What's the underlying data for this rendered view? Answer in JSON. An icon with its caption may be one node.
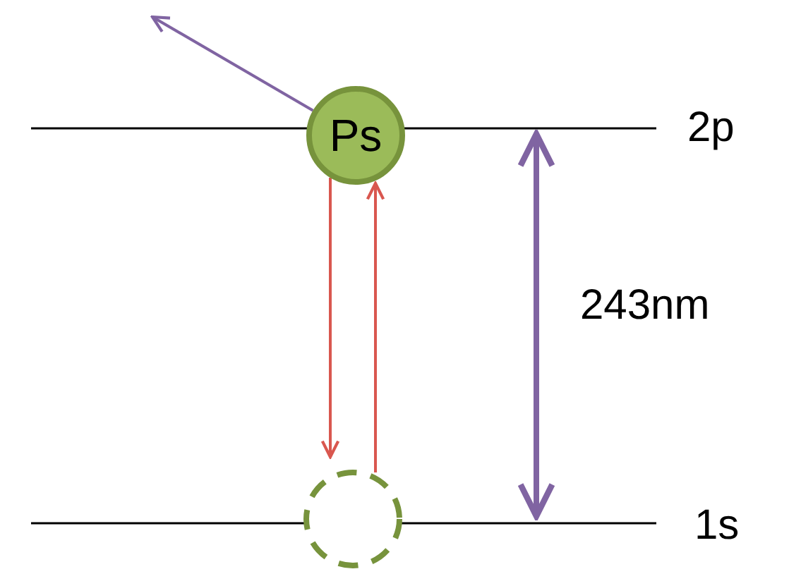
{
  "diagram": {
    "nodes": [
      {
        "text": [
          "Ps"
        ]
      },
      {
        "text": [],
        "shape": "circle"
      }
    ],
    "edges": [
      {
        "from": 0,
        "to": 1,
        "arrow": "to"
      },
      {
        "from": 1,
        "to": 0,
        "arrow": "to"
      },
      {
        "from": 0,
        "to": null,
        "arrow": "to",
        "color": "#8064a2"
      }
    ],
    "labels": [
      "2p",
      "243nm",
      "1s"
    ]
  }
}
